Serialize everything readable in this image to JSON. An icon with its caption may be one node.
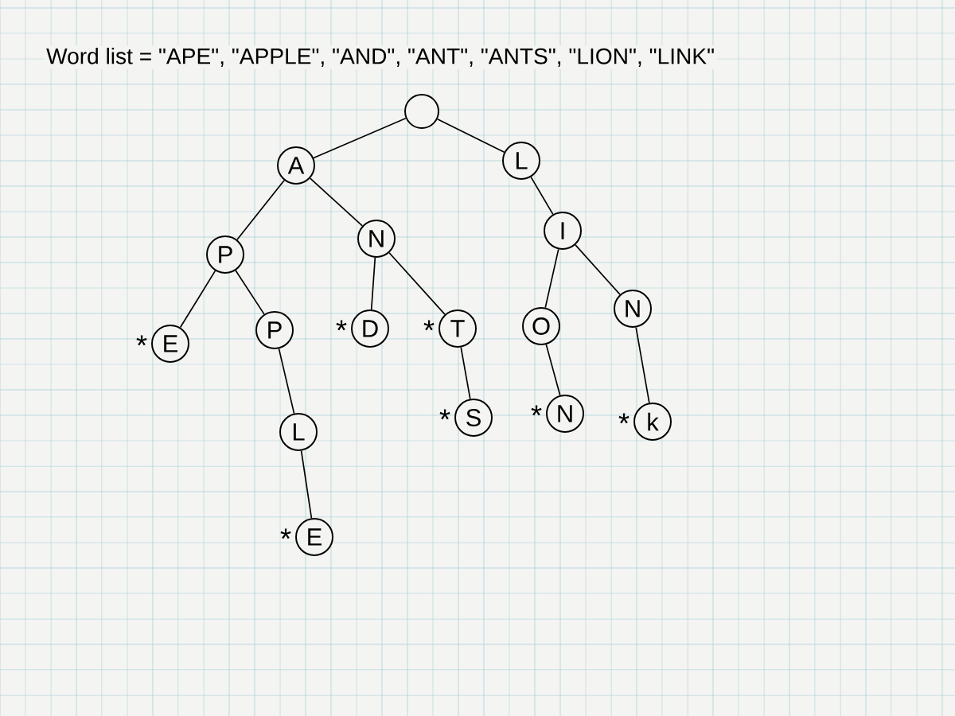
{
  "diagram": {
    "title": "Word list = \"APE\", \"APPLE\", \"AND\", \"ANT\", \"ANTS\", \"LION\", \"LINK\"",
    "nodes": [
      {
        "text": [],
        "shape": "circle"
      },
      {
        "text": [
          "A"
        ]
      },
      {
        "text": [
          "L"
        ]
      },
      {
        "text": [
          "P"
        ]
      },
      {
        "text": [
          "N"
        ]
      },
      {
        "text": [
          "I"
        ]
      },
      {
        "text": [
          "E"
        ],
        "beside": [
          "*"
        ]
      },
      {
        "text": [
          "P"
        ]
      },
      {
        "text": [
          "D"
        ],
        "beside": [
          "*"
        ]
      },
      {
        "text": [
          "T"
        ],
        "beside": [
          "*"
        ]
      },
      {
        "text": [
          "O"
        ]
      },
      {
        "text": [
          "N"
        ]
      },
      {
        "text": [
          "L"
        ]
      },
      {
        "text": [
          "S"
        ],
        "beside": [
          "*"
        ]
      },
      {
        "text": [
          "N"
        ],
        "beside": [
          "*"
        ]
      },
      {
        "text": [
          "k"
        ],
        "beside": [
          "*"
        ]
      },
      {
        "text": [
          "E"
        ],
        "beside": [
          "*"
        ]
      }
    ],
    "edges": [
      {
        "from": 0,
        "to": 1,
        "arrow": "none"
      },
      {
        "from": 0,
        "to": 2,
        "arrow": "none"
      },
      {
        "from": 1,
        "to": 3,
        "arrow": "none"
      },
      {
        "from": 1,
        "to": 4,
        "arrow": "none"
      },
      {
        "from": 2,
        "to": 5,
        "arrow": "none"
      },
      {
        "from": 3,
        "to": 6,
        "arrow": "none"
      },
      {
        "from": 3,
        "to": 7,
        "arrow": "none"
      },
      {
        "from": 4,
        "to": 8,
        "arrow": "none"
      },
      {
        "from": 4,
        "to": 9,
        "arrow": "none"
      },
      {
        "from": 5,
        "to": 10,
        "arrow": "none"
      },
      {
        "from": 5,
        "to": 11,
        "arrow": "none"
      },
      {
        "from": 7,
        "to": 12,
        "arrow": "none"
      },
      {
        "from": 9,
        "to": 13,
        "arrow": "none"
      },
      {
        "from": 10,
        "to": 14,
        "arrow": "none"
      },
      {
        "from": 11,
        "to": 15,
        "arrow": "none"
      },
      {
        "from": 12,
        "to": 16,
        "arrow": "none"
      }
    ]
  }
}
